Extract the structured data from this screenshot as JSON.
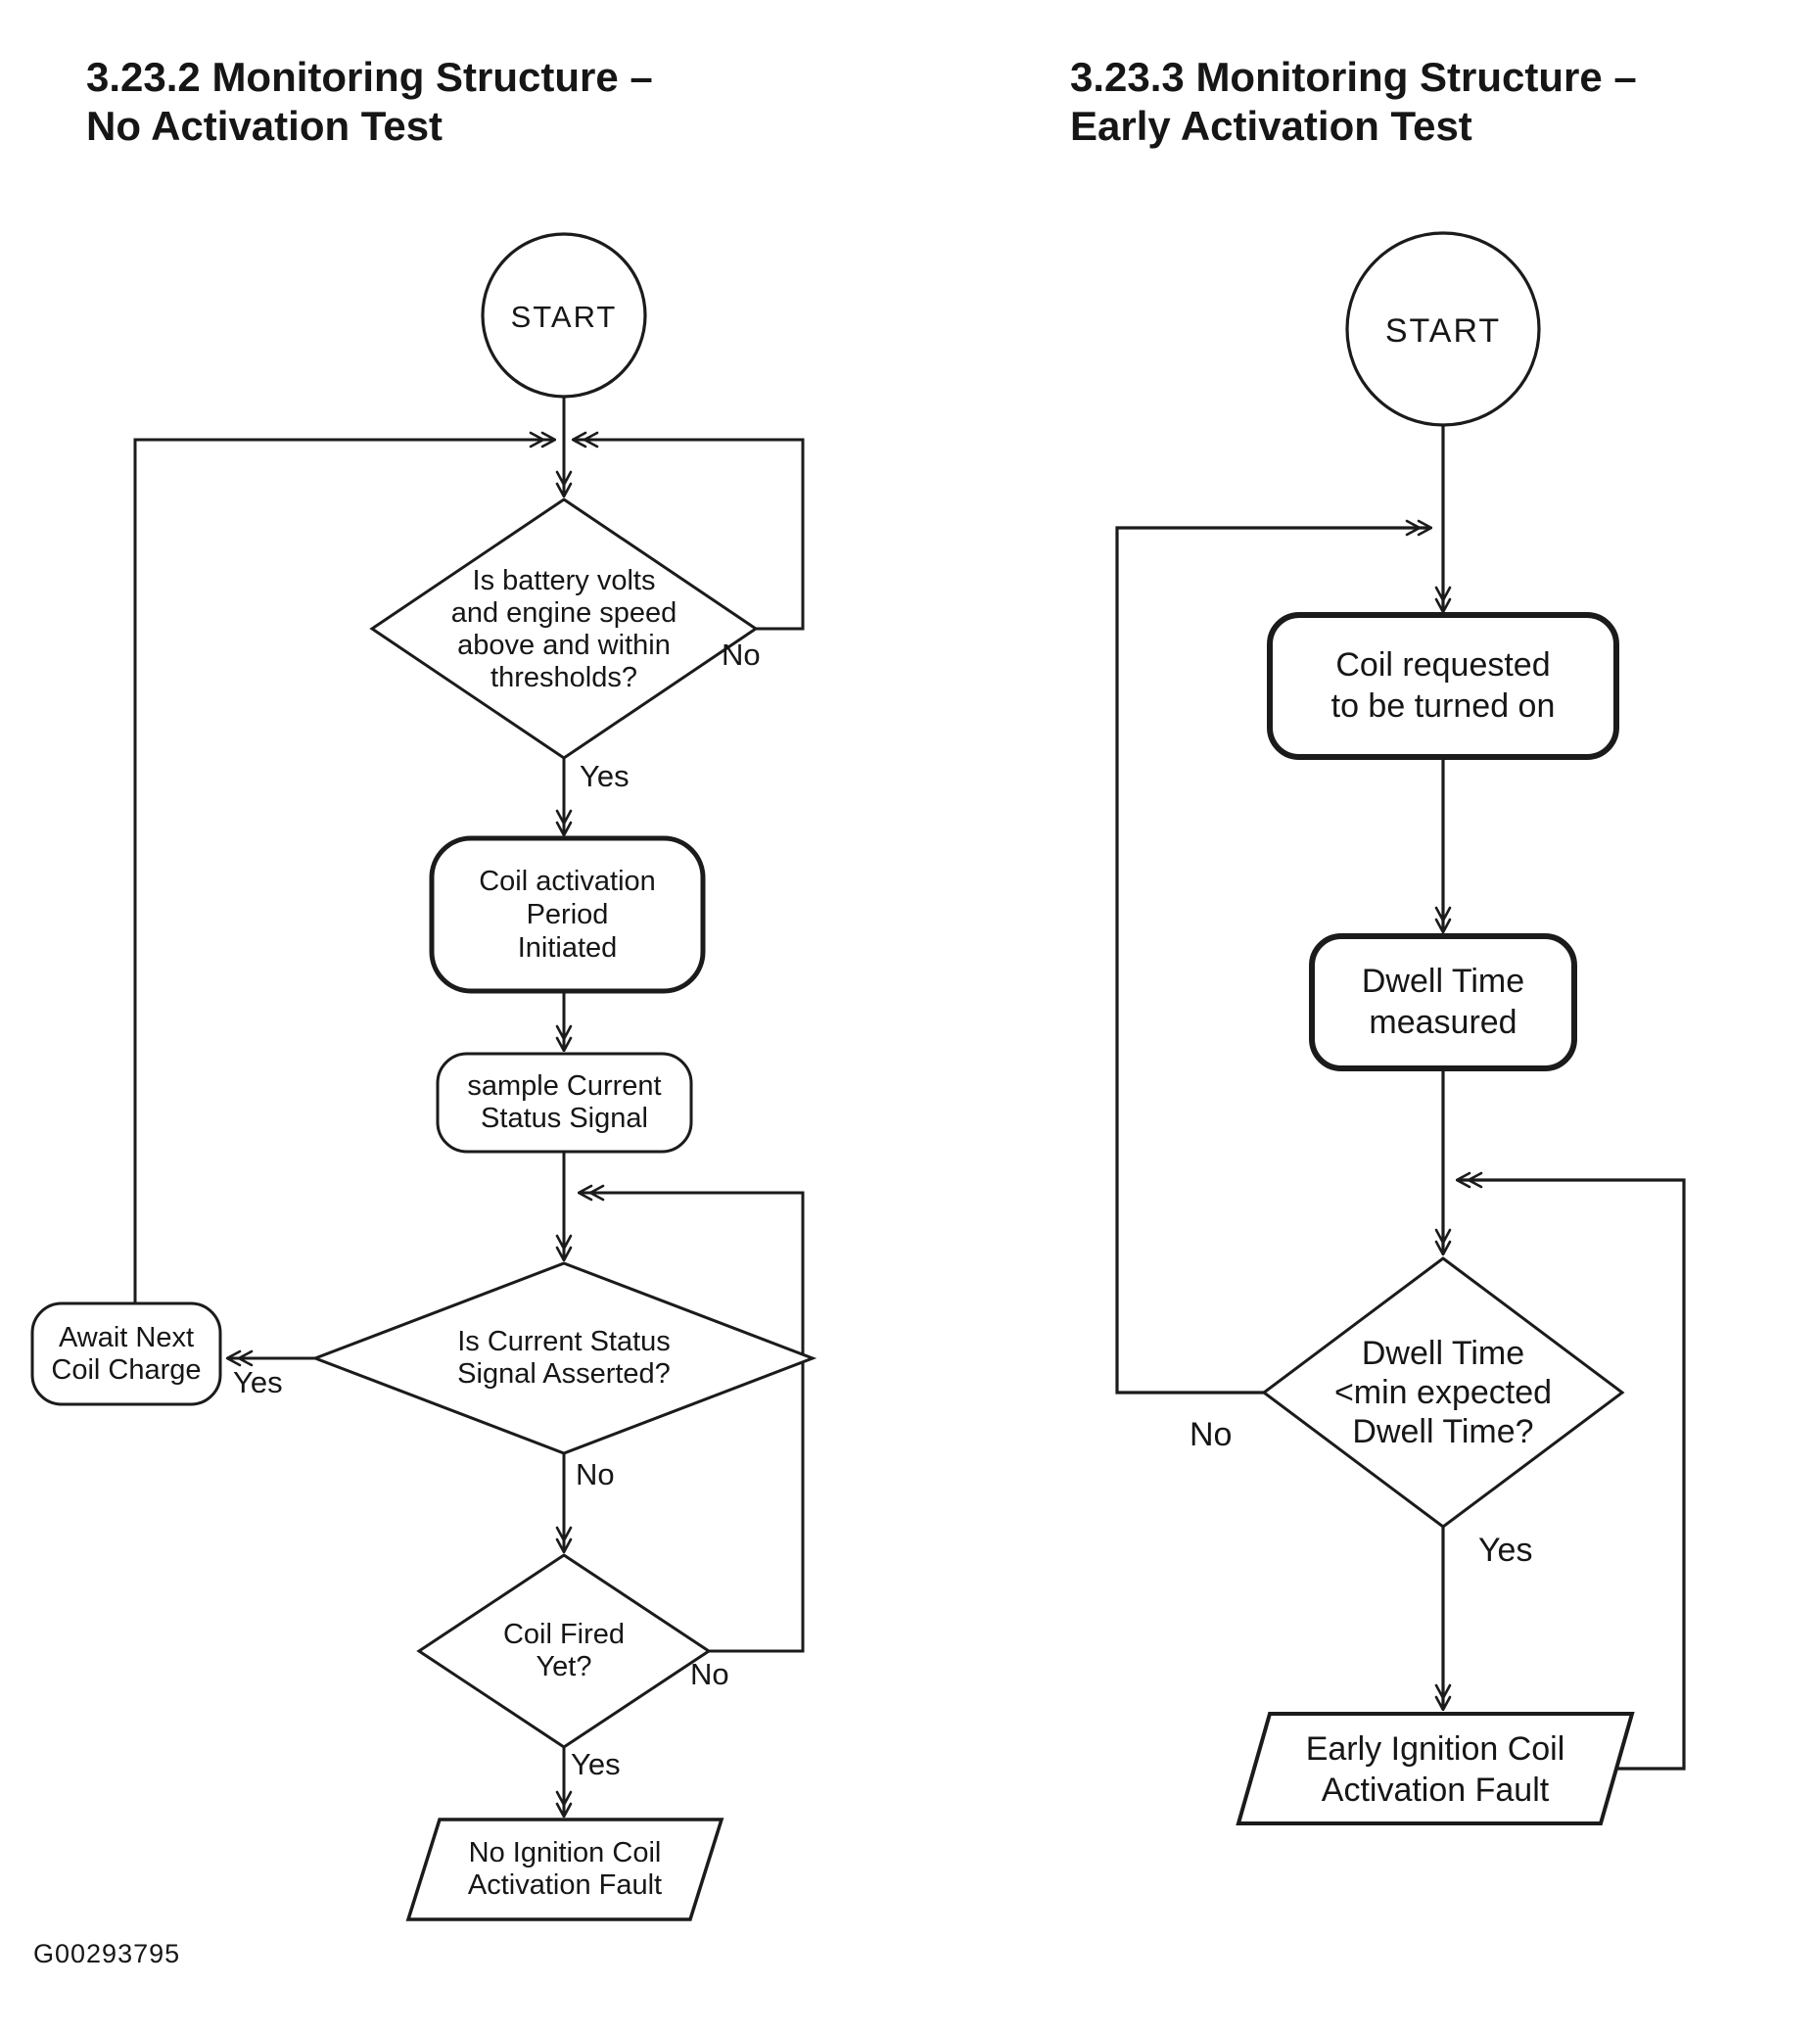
{
  "figure": {
    "code": "G00293795"
  },
  "left_chart": {
    "title": "3.23.2 Monitoring Structure –\nNo Activation Test",
    "start": "START",
    "decision_battery": "Is battery volts\nand engine speed\nabove and within\nthresholds?",
    "label_battery_no": "No",
    "label_battery_yes": "Yes",
    "process_coil_activation": "Coil activation\nPeriod\nInitiated",
    "process_sample": "sample Current\nStatus Signal",
    "decision_status": "Is Current Status\nSignal Asserted?",
    "label_status_yes": "Yes",
    "label_status_no": "No",
    "terminal_await": "Await Next\nCoil Charge",
    "decision_fired": "Coil Fired\nYet?",
    "label_fired_no": "No",
    "label_fired_yes": "Yes",
    "output_fault": "No Ignition Coil\nActivation Fault"
  },
  "right_chart": {
    "title": "3.23.3 Monitoring Structure –\nEarly Activation Test",
    "start": "START",
    "process_request": "Coil requested\nto be turned on",
    "process_dwell": "Dwell Time\nmeasured",
    "decision_dwell": "Dwell Time\n<min expected\nDwell Time?",
    "label_dwell_no": "No",
    "label_dwell_yes": "Yes",
    "output_fault": "Early Ignition Coil\nActivation Fault"
  }
}
